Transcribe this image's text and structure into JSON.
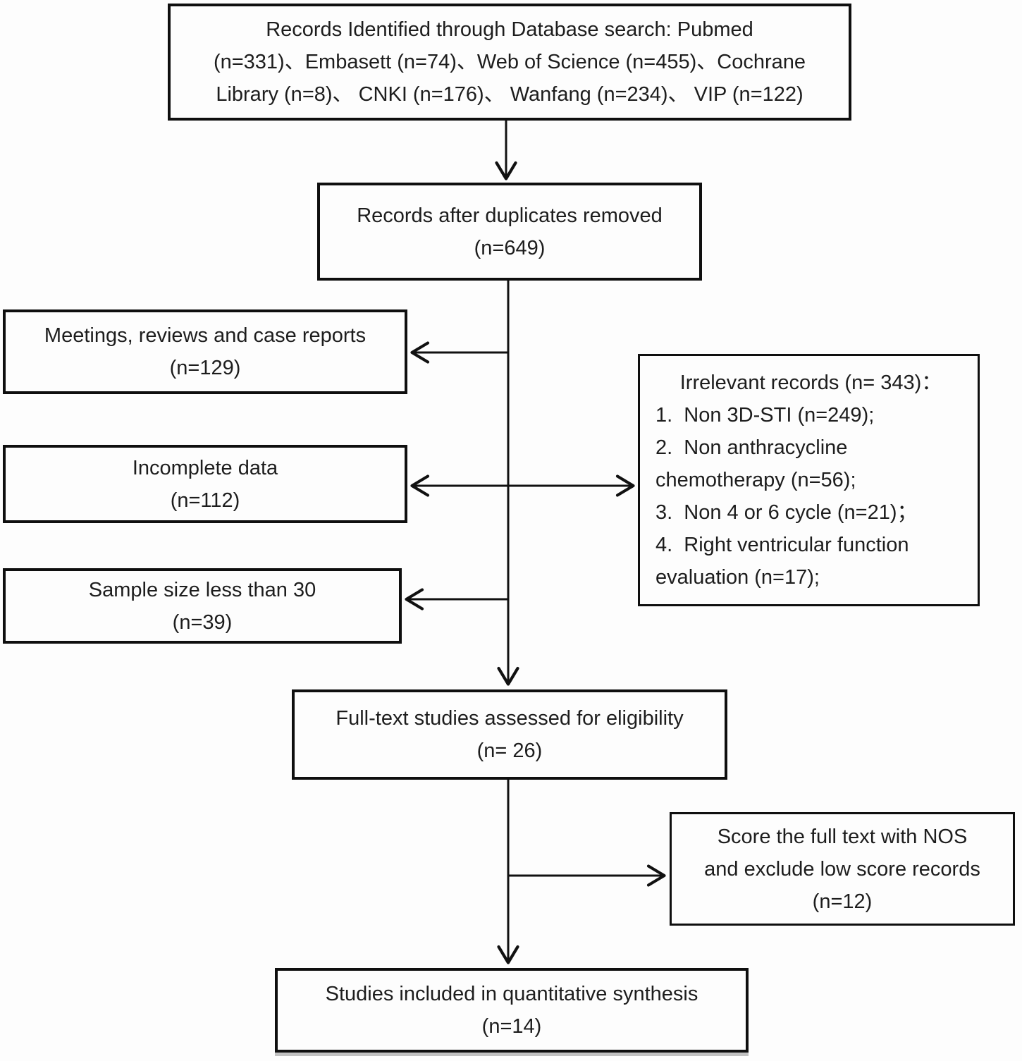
{
  "figure": {
    "type": "flowchart",
    "description": "Study selection flow diagram (PRISMA-style)"
  },
  "colors": {
    "line": "#111111",
    "text": "#1d1d1d",
    "box_background": "#fdfdfd"
  },
  "boxes": {
    "identified": {
      "lines": [
        "Records Identified through Database search: Pubmed",
        "(n=331)、Embasett (n=74)、Web of Science (n=455)、Cochrane",
        "Library (n=8)、 CNKI (n=176)、 Wanfang (n=234)、 VIP (n=122)"
      ]
    },
    "duplicates": {
      "lines": [
        "Records after duplicates removed",
        "(n=649)"
      ]
    },
    "meetings": {
      "lines": [
        "Meetings, reviews and case reports",
        "(n=129)"
      ]
    },
    "incomplete": {
      "lines": [
        "Incomplete data",
        "(n=112)"
      ]
    },
    "sample": {
      "lines": [
        "Sample size less than 30",
        "(n=39)"
      ]
    },
    "irrelevant": {
      "title": "Irrelevant records (n= 343)：",
      "items": [
        "1.  Non 3D-STI (n=249);",
        "2.  Non anthracycline chemotherapy (n=56);",
        "3.  Non 4 or 6 cycle (n=21)；",
        "4.  Right ventricular function evaluation (n=17);"
      ]
    },
    "fulltext": {
      "lines": [
        "Full-text studies assessed for eligibility",
        "(n= 26)"
      ]
    },
    "nos": {
      "lines": [
        "Score the full text with NOS",
        "and exclude low score records",
        "(n=12)"
      ]
    },
    "included": {
      "lines": [
        "Studies included in quantitative synthesis",
        "(n=14)"
      ]
    }
  }
}
